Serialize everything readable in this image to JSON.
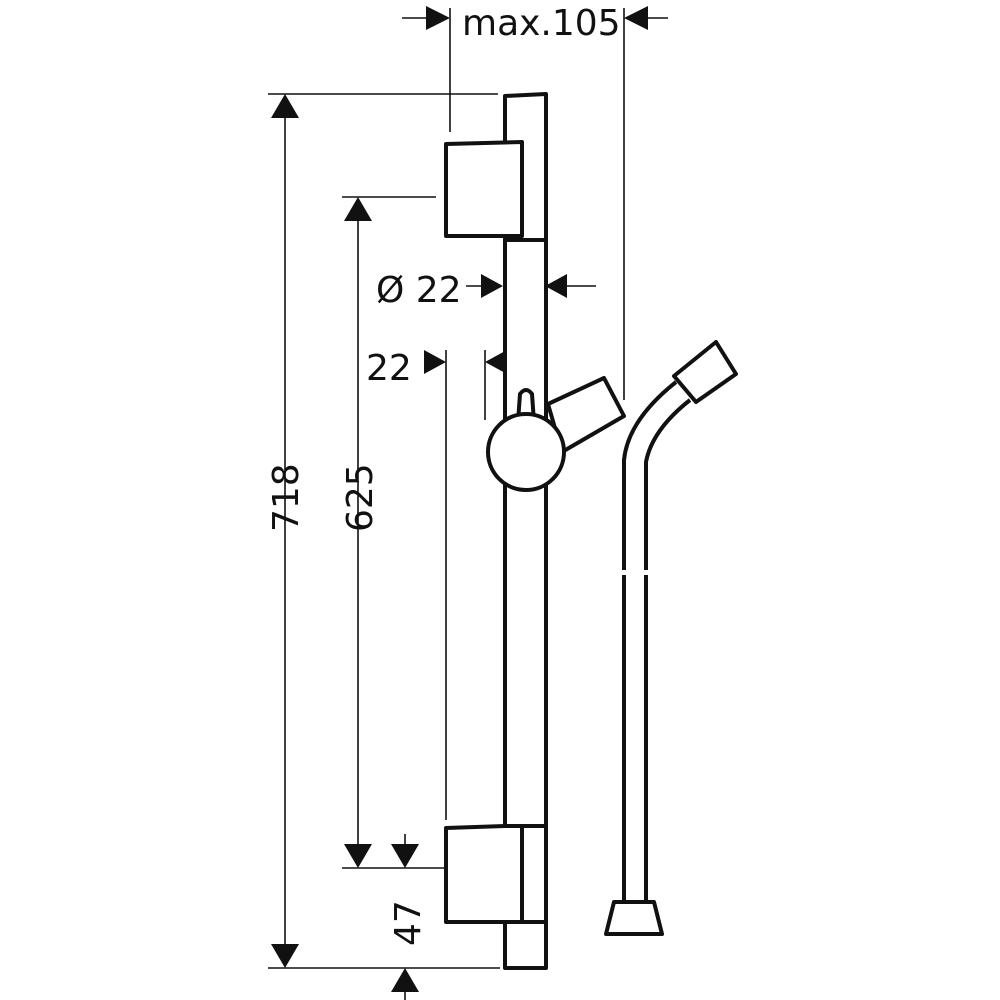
{
  "dimensions": {
    "max_depth": "max.105",
    "total_height": "718",
    "mount_spacing": "625",
    "rod_diameter": "Ø 22",
    "wall_offset": "22",
    "bottom_offset": "47"
  },
  "colors": {
    "line": "#111111",
    "background": "#ffffff"
  }
}
